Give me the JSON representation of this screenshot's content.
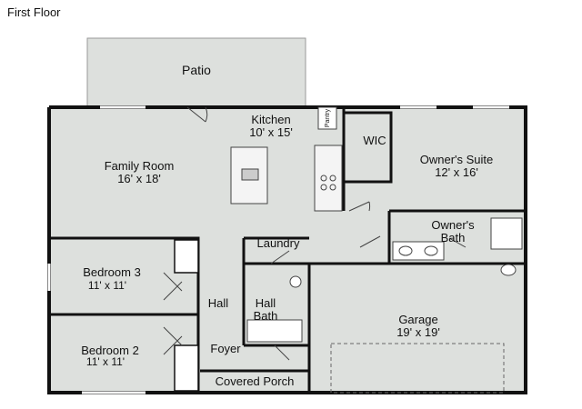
{
  "page_title": "First Floor",
  "rooms": {
    "patio": {
      "name": "Patio"
    },
    "kitchen": {
      "name": "Kitchen",
      "size": "10' x 15'"
    },
    "pantry": {
      "name": "Pantry"
    },
    "wic": {
      "name": "WIC"
    },
    "family_room": {
      "name": "Family Room",
      "size": "16' x 18'"
    },
    "owners_suite": {
      "name": "Owner's Suite",
      "size": "12' x 16'"
    },
    "owners_bath": {
      "name_line1": "Owner's",
      "name_line2": "Bath"
    },
    "laundry": {
      "name": "Laundry"
    },
    "bedroom3": {
      "name": "Bedroom 3",
      "size": "11' x 11'"
    },
    "hall": {
      "name": "Hall"
    },
    "hall_bath": {
      "name_line1": "Hall",
      "name_line2": "Bath"
    },
    "garage": {
      "name": "Garage",
      "size": "19' x 19'"
    },
    "bedroom2": {
      "name": "Bedroom 2",
      "size": "11' x 11'"
    },
    "foyer": {
      "name": "Foyer"
    },
    "covered_porch": {
      "name": "Covered Porch"
    }
  },
  "colors": {
    "floor": "#dde0dd",
    "wall": "#111111",
    "fixture": "#444444"
  }
}
